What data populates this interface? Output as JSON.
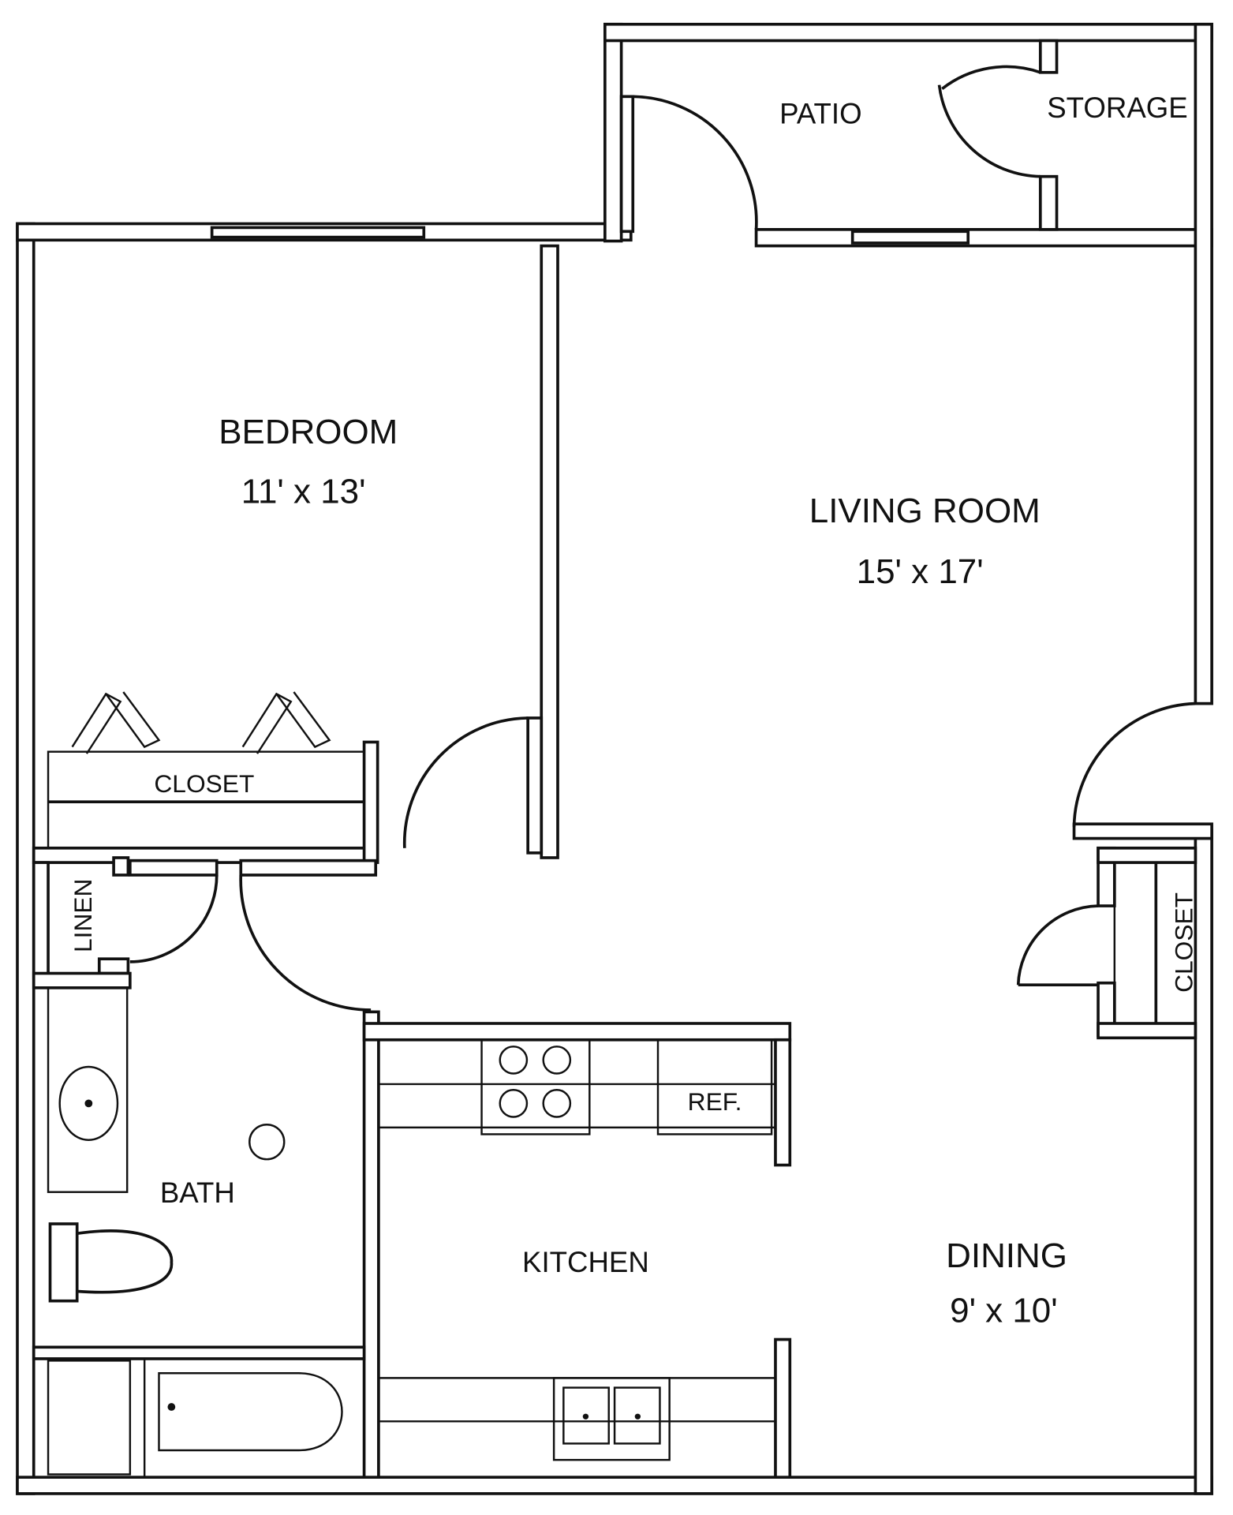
{
  "rooms": {
    "patio": {
      "name": "PATIO"
    },
    "storage": {
      "name": "STORAGE"
    },
    "bedroom": {
      "name": "BEDROOM",
      "size": "11' x 13'"
    },
    "living_room": {
      "name": "LIVING ROOM",
      "size": "15' x 17'"
    },
    "bedroom_closet": {
      "name": "CLOSET"
    },
    "linen": {
      "name": "LINEN"
    },
    "living_closet": {
      "name": "CLOSET"
    },
    "bath": {
      "name": "BATH"
    },
    "kitchen": {
      "name": "KITCHEN"
    },
    "refrigerator": {
      "name": "REF."
    },
    "dining": {
      "name": "DINING",
      "size": "9' x 10'"
    }
  }
}
